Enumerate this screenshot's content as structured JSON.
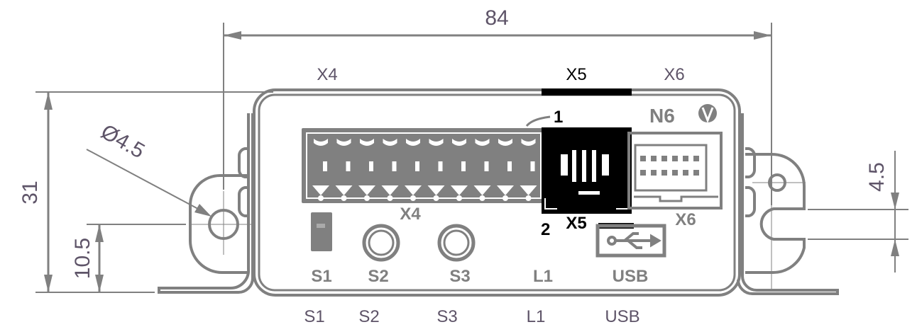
{
  "dimensions": {
    "width": "84",
    "height": "31",
    "hole_height": "10.5",
    "hole_diameter": "Ø4.5",
    "slot_width": "4.5"
  },
  "top_labels": {
    "x4": "X4",
    "x5": "X5",
    "x6": "X6"
  },
  "bottom_labels": {
    "s1": "S1",
    "s2": "S2",
    "s3": "S3",
    "l1": "L1",
    "usb": "USB"
  },
  "device_markings": {
    "model": "N6",
    "x4": "X4",
    "x5": "X5",
    "x6": "X6",
    "pin1": "1",
    "pin2": "2",
    "s1": "S1",
    "s2": "S2",
    "s3": "S3",
    "l1": "L1",
    "usb": "USB"
  },
  "colors": {
    "line": "#808080",
    "text": "#5e5468",
    "highlight": "#000000"
  }
}
